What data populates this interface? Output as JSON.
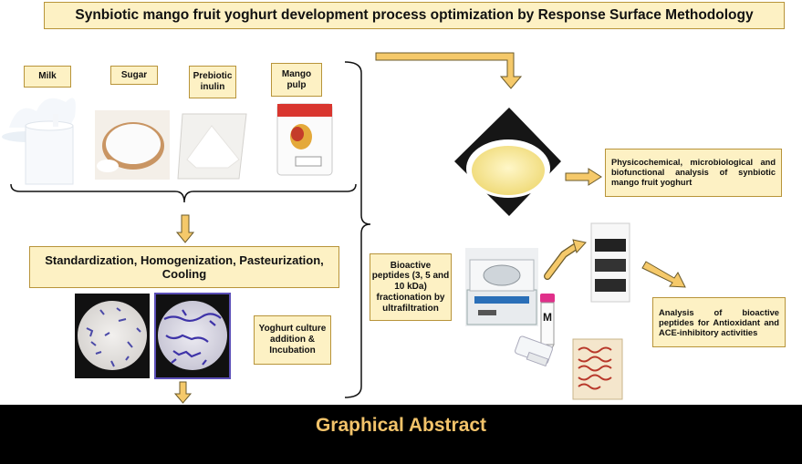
{
  "title": "Synbiotic mango fruit yoghurt development process optimization by Response Surface Methodology",
  "ingredients": [
    {
      "label": "Milk"
    },
    {
      "label": "Sugar"
    },
    {
      "label": "Prebiotic inulin"
    },
    {
      "label": "Mango pulp"
    }
  ],
  "processing_step": "Standardization, Homogenization, Pasteurization, Cooling",
  "culture_step": "Yoghurt culture addition & Incubation",
  "bioactive_step": "Bioactive peptides (3, 5 and 10 kDa) fractionation by ultrafiltration",
  "analysis_physico": "Physicochemical, microbiological and biofunctional analysis of synbiotic mango fruit yoghurt",
  "analysis_bioactive": "Analysis of bioactive peptides for Antioxidant and ACE-inhibitory activities",
  "footer": "Graphical Abstract",
  "tube_label": "M",
  "colors": {
    "box_fill": "#fdf1c4",
    "box_border": "#b8943a",
    "arrow_fill": "#f5c96a",
    "footer_bg": "#000000",
    "footer_text": "#f2c36a"
  }
}
